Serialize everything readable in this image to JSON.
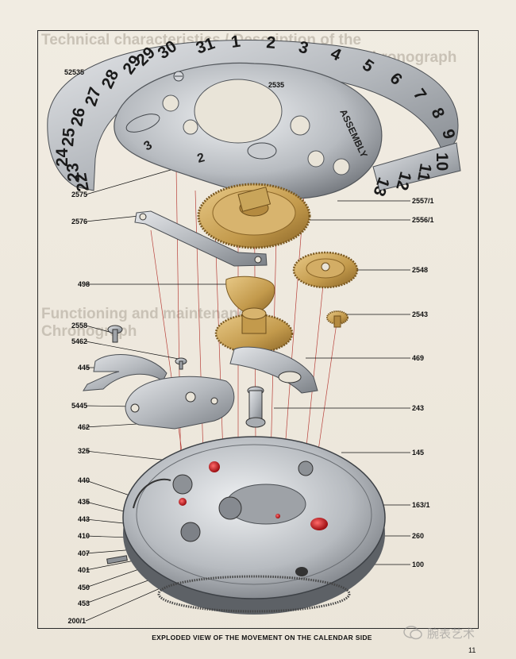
{
  "background_text": {
    "line1": "Technical characteristics / Description of the",
    "line2": "Chronograph",
    "line3": "Functioning and maintenance",
    "line4": "Chronograph"
  },
  "calendar_ring": {
    "left_numbers": [
      "29",
      "28",
      "27",
      "26",
      "25",
      "24",
      "23",
      "22"
    ],
    "top_numbers": [
      "31",
      "30",
      "29",
      "1",
      "2",
      "3",
      "4",
      "5",
      "6"
    ],
    "right_numbers": [
      "7",
      "8",
      "9",
      "10",
      "11",
      "12",
      "13"
    ],
    "plate_text": "ASSEMBLY",
    "plate_number": "3",
    "plate_number_2": "2"
  },
  "labels_left": [
    {
      "id": "52535",
      "text": "52535"
    },
    {
      "id": "2575",
      "text": "2575"
    },
    {
      "id": "2576",
      "text": "2576"
    },
    {
      "id": "498",
      "text": "498"
    },
    {
      "id": "2558",
      "text": "2558"
    },
    {
      "id": "5462",
      "text": "5462"
    },
    {
      "id": "445",
      "text": "445"
    },
    {
      "id": "5445",
      "text": "5445"
    },
    {
      "id": "462",
      "text": "462"
    },
    {
      "id": "325",
      "text": "325"
    },
    {
      "id": "440",
      "text": "440"
    },
    {
      "id": "435",
      "text": "435"
    },
    {
      "id": "443",
      "text": "443"
    },
    {
      "id": "410",
      "text": "410"
    },
    {
      "id": "407",
      "text": "407"
    },
    {
      "id": "401",
      "text": "401"
    },
    {
      "id": "450",
      "text": "450"
    },
    {
      "id": "453",
      "text": "453"
    },
    {
      "id": "200/1",
      "text": "200/1"
    }
  ],
  "labels_right": [
    {
      "id": "2535",
      "text": "2535"
    },
    {
      "id": "2557/1",
      "text": "2557/1"
    },
    {
      "id": "2556/1",
      "text": "2556/1"
    },
    {
      "id": "2548",
      "text": "2548"
    },
    {
      "id": "2543",
      "text": "2543"
    },
    {
      "id": "469",
      "text": "469"
    },
    {
      "id": "243",
      "text": "243"
    },
    {
      "id": "145",
      "text": "145"
    },
    {
      "id": "163/1",
      "text": "163/1"
    },
    {
      "id": "260",
      "text": "260"
    },
    {
      "id": "100",
      "text": "100"
    }
  ],
  "caption": "EXPLODED VIEW OF THE MOVEMENT ON THE CALENDAR SIDE",
  "page_number": "11",
  "watermark": "腕表艺术",
  "colors": {
    "steel": "#b9bcc0",
    "steel_dark": "#6f7378",
    "brass": "#c9a55a",
    "brass_dark": "#8d6a2a",
    "ruby": "#c0141a",
    "leader": "#b8403a",
    "ink": "#111111"
  }
}
